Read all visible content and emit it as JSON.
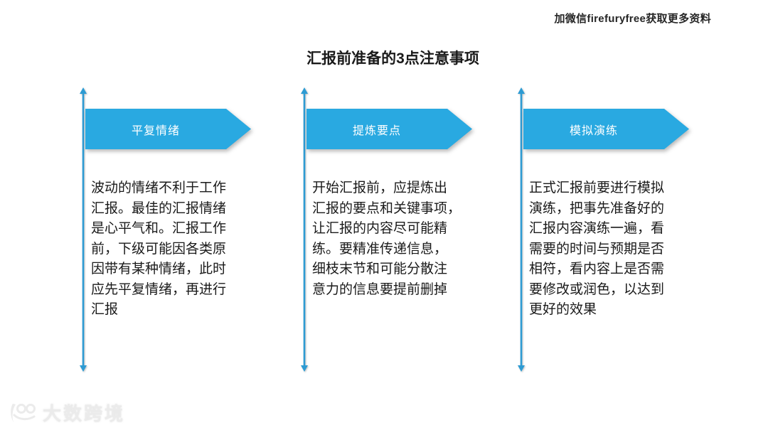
{
  "header": {
    "title": "汇报前准备的3点注意事项"
  },
  "watermarks": {
    "top_right": "加微信firefuryfree获取更多资料",
    "brand": "大数跨境",
    "brand_icon": "logo-100-swirl-icon"
  },
  "columns": [
    {
      "label": "平复情绪",
      "body": "波动的情绪不利于工作\n汇报。最佳的汇报情绪\n是心平气和。汇报工作\n前，下级可能因各类原\n因带有某种情绪，此时\n应先平复情绪，再进行\n汇报"
    },
    {
      "label": "提炼要点",
      "body": "开始汇报前，应提炼出\n汇报的要点和关键事项，\n让汇报的内容尽可能精\n练。要精准传递信息，\n细枝末节和可能分散注\n意力的信息要提前删掉"
    },
    {
      "label": "模拟演练",
      "body": "正式汇报前要进行模拟\n演练，把事先准备好的\n汇报内容演练一遍，看\n需要的时间与预期是否\n相符，看内容上是否需\n要修改或润色，以达到\n更好的效果"
    }
  ],
  "colors": {
    "banner_blue": "#29a9e1",
    "line_blue": "#2d9bd3",
    "text_dark": "#1a1a1a",
    "banner_label_white": "#ffffff",
    "brand_gray": "#ebebeb"
  }
}
